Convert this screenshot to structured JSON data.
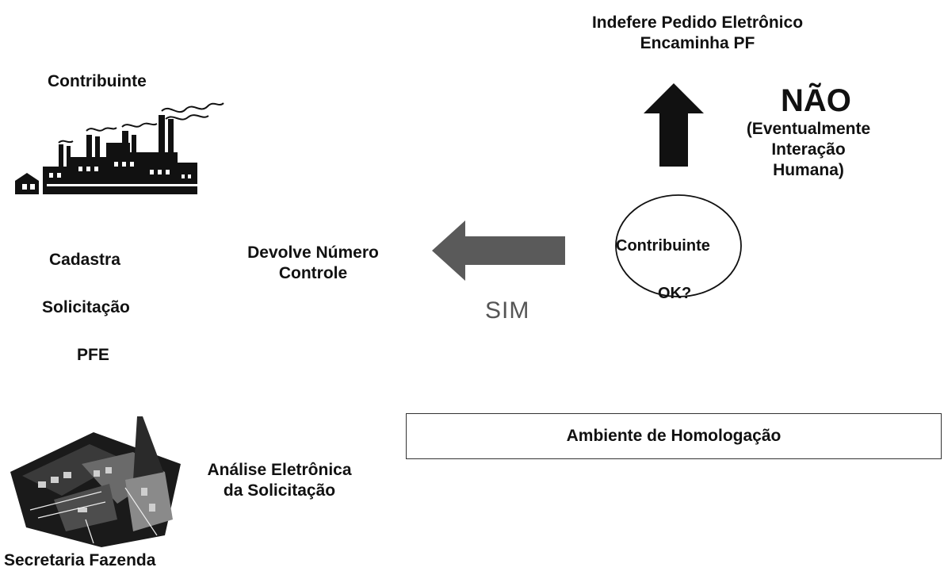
{
  "top_caption": {
    "line1": "Indefere Pedido Eletrônico",
    "line2": "Encaminha PF"
  },
  "no_branch": {
    "label": "NÃO",
    "note_line1": "(Eventualmente",
    "note_line2": "Interação",
    "note_line3": "Humana)"
  },
  "taxpayer": {
    "title": "Contribuinte",
    "step1": "Cadastra",
    "step2": "Solicitação",
    "step3": "PFE"
  },
  "return_step": {
    "line1": "Devolve Número",
    "line2": "Controle"
  },
  "yes_branch": {
    "label": "SIM"
  },
  "decision": {
    "line1": "Contribuinte",
    "line2": "OK?"
  },
  "environment": {
    "label": "Ambiente de Homologação"
  },
  "analysis": {
    "line1": "Análise Eletrônica",
    "line2": "da Solicitação"
  },
  "authority": {
    "label": "Secretaria Fazenda"
  },
  "icons": {
    "factory": "factory-icon",
    "office": "office-building-icon"
  },
  "colors": {
    "up_arrow": "#111111",
    "left_arrow": "#5a5a5a",
    "sim_text": "#555555"
  }
}
